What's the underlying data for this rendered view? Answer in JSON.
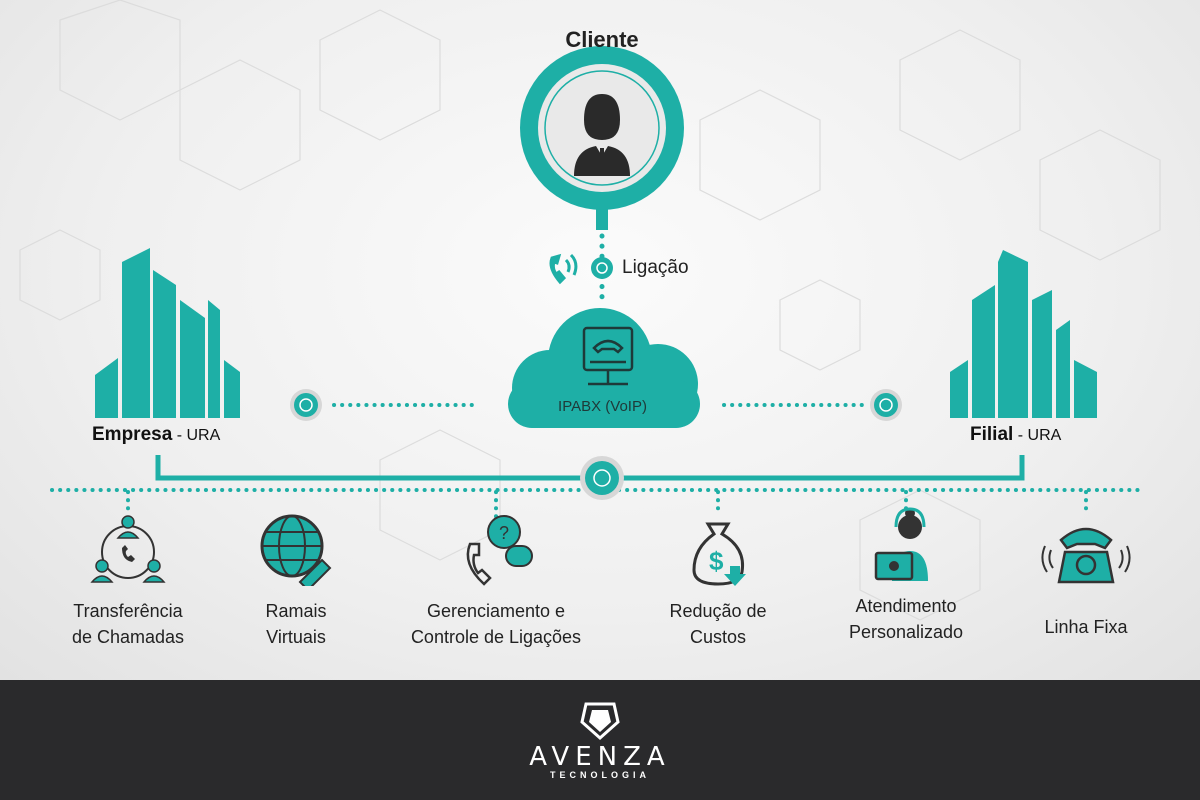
{
  "colors": {
    "accent": "#1eafa6",
    "dark": "#2a2a2c"
  },
  "client": {
    "title": "Cliente",
    "icon": "businessman-icon"
  },
  "call": {
    "label": "Ligação",
    "icon": "phone-ringing-icon"
  },
  "cloud": {
    "label": "IPABX (VoIP)",
    "icon": "ip-phone-server-icon"
  },
  "left": {
    "name": "Empresa",
    "suffix": " - URA"
  },
  "right": {
    "name": "Filial",
    "suffix": " - URA"
  },
  "features": [
    {
      "line1": "Transferência",
      "line2": "de Chamadas",
      "icon": "call-transfer-icon"
    },
    {
      "line1": "Ramais",
      "line2": "Virtuais",
      "icon": "globe-phone-icon"
    },
    {
      "line1": "Gerenciamento e",
      "line2": "Controle de Ligações",
      "icon": "phone-question-icon"
    },
    {
      "line1": "Redução de",
      "line2": "Custos",
      "icon": "money-bag-icon"
    },
    {
      "line1": "Atendimento",
      "line2": "Personalizado",
      "icon": "call-agent-icon"
    },
    {
      "line1": "Linha Fixa",
      "line2": "",
      "icon": "landline-phone-icon"
    }
  ],
  "footer": {
    "brand": "AVENZA",
    "tagline": "TECNOLOGIA"
  }
}
